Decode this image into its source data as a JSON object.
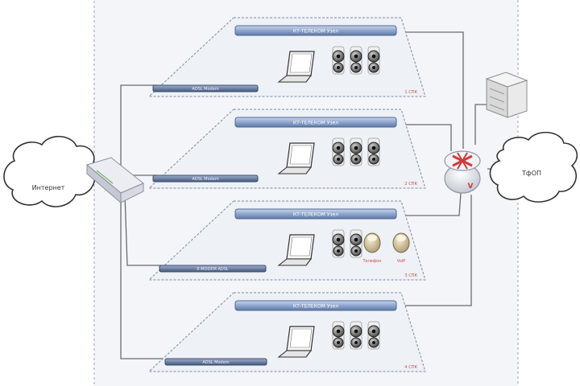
{
  "clouds": {
    "internet": "Интернет",
    "tfop": "ТфОП"
  },
  "server": {
    "label": ""
  },
  "segments": [
    {
      "switch_label": "КТ-ТЕЛЕКОМ Узел",
      "link_label": "ADSL Modem",
      "corner_label": "1 СПК",
      "extras": []
    },
    {
      "switch_label": "КТ-ТЕЛЕКОМ Узел",
      "link_label": "ADSL Modem",
      "corner_label": "2 СПК",
      "extras": []
    },
    {
      "switch_label": "КТ-ТЕЛЕКОМ Узел",
      "link_label": "E-MODEM ADSL",
      "corner_label": "3 СПК",
      "extras": [
        "Телефон",
        "VoIP"
      ]
    },
    {
      "switch_label": "КТ-ТЕЛЕКОМ Узел",
      "link_label": "ADSL Modem",
      "corner_label": "4 СПК",
      "extras": []
    }
  ],
  "router": {
    "label": "V"
  },
  "colors": {
    "zone_border": "#9aa6b8",
    "zone_fill": "#f3f5f9",
    "bar_fill": "#8fa6cc",
    "bar_stroke": "#4f6790",
    "line": "#6b6b6b",
    "router_red": "#d23a3a"
  }
}
